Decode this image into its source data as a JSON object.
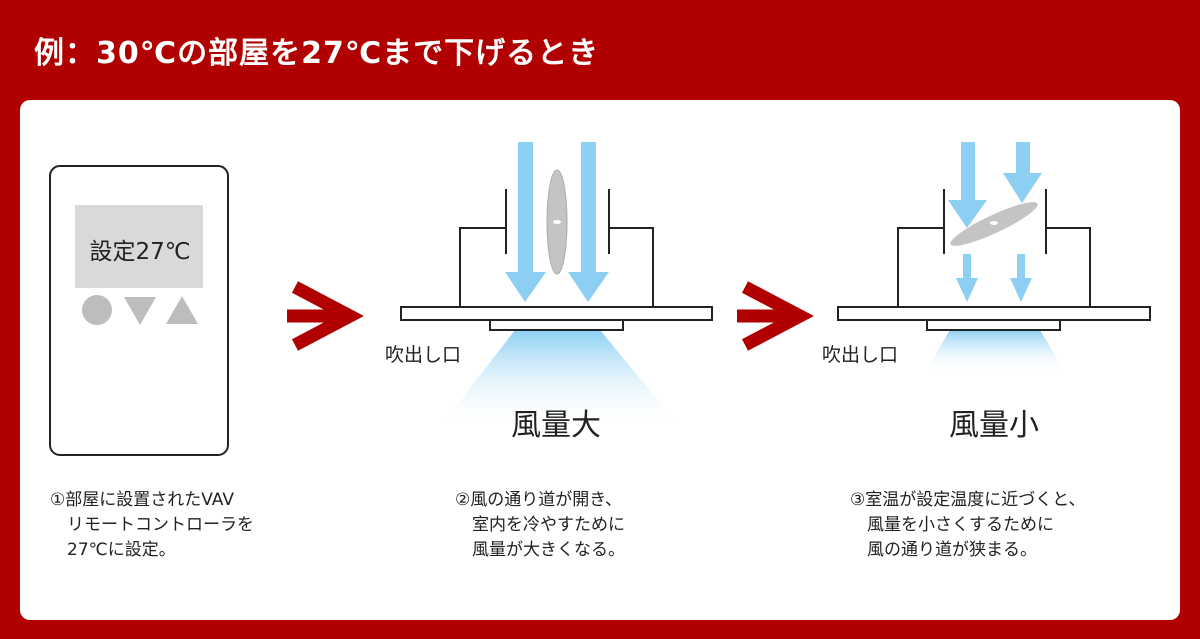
{
  "header": {
    "title": "例：30℃の部屋を27℃まで下げるとき"
  },
  "remote": {
    "display": "設定27℃",
    "buttons": [
      "circle-button",
      "down-button",
      "up-button"
    ]
  },
  "steps": [
    {
      "outlet_label": "吹出し口",
      "airflow_label": "風量大",
      "caption": [
        "②風の通り道が開き、",
        "　室内を冷やすために",
        "　風量が大きくなる。"
      ]
    },
    {
      "outlet_label": "吹出し口",
      "airflow_label": "風量小",
      "caption": [
        "③室温が設定温度に近づくと、",
        "　風量を小さくするために",
        "　風の通り道が狭まる。"
      ]
    }
  ],
  "step1_caption": [
    "①部屋に設置されたVAV",
    "　リモートコントローラを",
    "　27℃に設定。"
  ],
  "colors": {
    "brand": "#b00000",
    "air": "#8ccff3",
    "damper": "#c4c4c4"
  }
}
